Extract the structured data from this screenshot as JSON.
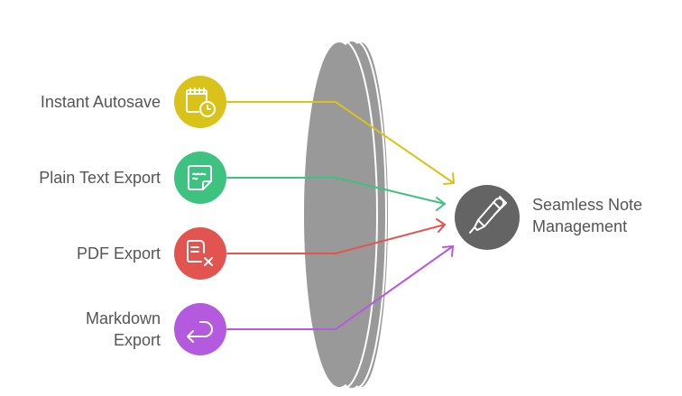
{
  "inputs": [
    {
      "label": "Instant Autosave",
      "icon": "calendar-clock-icon",
      "color": "#D9C31A"
    },
    {
      "label": "Plain Text Export",
      "icon": "sticky-note-icon",
      "color": "#3DC27F"
    },
    {
      "label": "PDF Export",
      "icon": "document-x-icon",
      "color": "#E2544F"
    },
    {
      "label": "Markdown\nExport",
      "label_lines": [
        "Markdown",
        "Export"
      ],
      "icon": "return-arrow-icon",
      "color": "#B45ADF"
    }
  ],
  "output": {
    "label_lines": [
      "Seamless Note",
      "Management"
    ],
    "icon": "pen-icon",
    "color": "#646464"
  },
  "lens": {
    "color": "#999999"
  }
}
